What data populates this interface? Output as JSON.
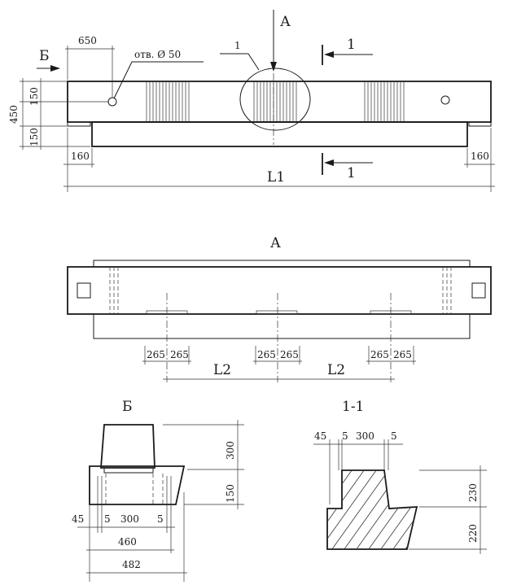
{
  "top_view": {
    "view_a_label": "А",
    "view_b_label": "Б",
    "section_label_top": "1",
    "section_label_bottom": "1",
    "detail_callout": "1",
    "hole_label": "отв. Ø 50",
    "dim_650": "650",
    "dim_450": "450",
    "dim_150_top": "150",
    "dim_150_bottom": "150",
    "dim_160_left": "160",
    "dim_160_right": "160",
    "dim_L1": "L1"
  },
  "view_a": {
    "title": "А",
    "dim_265_1": "265",
    "dim_265_2": "265",
    "dim_265_3": "265",
    "dim_265_4": "265",
    "dim_265_5": "265",
    "dim_265_6": "265",
    "dim_L2_left": "L2",
    "dim_L2_right": "L2"
  },
  "view_b": {
    "title": "Б",
    "dim_300": "300",
    "dim_150": "150",
    "dim_45": "45",
    "dim_5_left": "5",
    "dim_300_bottom": "300",
    "dim_5_right": "5",
    "dim_460": "460",
    "dim_482": "482"
  },
  "section_1_1": {
    "title": "1-1",
    "dim_45": "45",
    "dim_5_left": "5",
    "dim_300": "300",
    "dim_5_right": "5",
    "dim_230": "230",
    "dim_220": "220"
  }
}
